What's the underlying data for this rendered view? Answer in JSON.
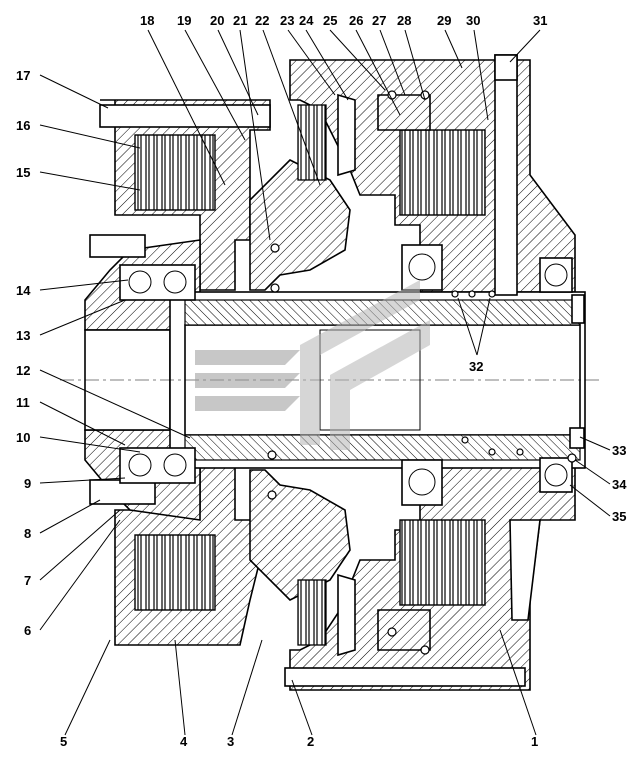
{
  "diagram": {
    "callouts": {
      "p1": "1",
      "p2": "2",
      "p3": "3",
      "p4": "4",
      "p5": "5",
      "p6": "6",
      "p7": "7",
      "p8": "8",
      "p9": "9",
      "p10": "10",
      "p11": "11",
      "p12": "12",
      "p13": "13",
      "p14": "14",
      "p15": "15",
      "p16": "16",
      "p17": "17",
      "p18": "18",
      "p19": "19",
      "p20": "20",
      "p21": "21",
      "p22": "22",
      "p23": "23",
      "p24": "24",
      "p25": "25",
      "p26": "26",
      "p27": "27",
      "p28": "28",
      "p29": "29",
      "p30": "30",
      "p31": "31",
      "p32": "32",
      "p33": "33",
      "p34": "34",
      "p35": "35"
    },
    "colors": {
      "line": "#000000",
      "background": "#ffffff",
      "watermark": "#b8b8b8"
    },
    "watermark_icon": "logo-watermark-icon"
  }
}
